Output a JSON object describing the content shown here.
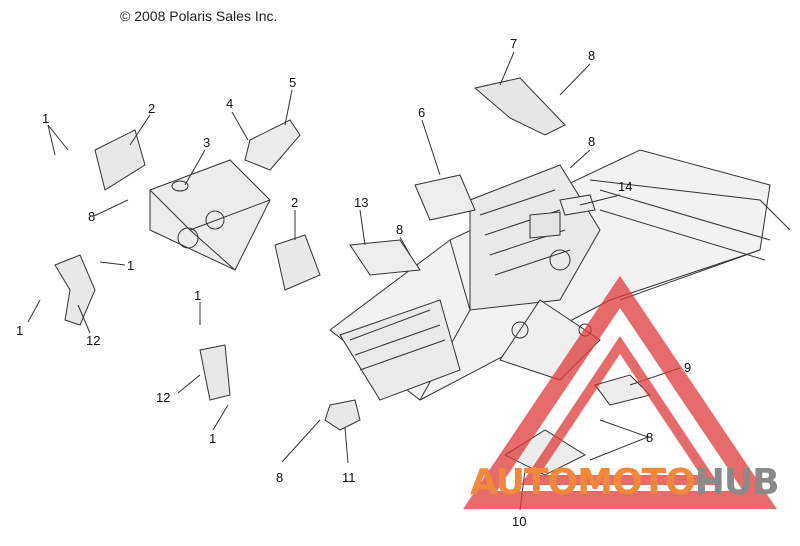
{
  "copyright": "© 2008 Polaris Sales Inc.",
  "callouts": [
    {
      "id": "c1a",
      "text": "1"
    },
    {
      "id": "c2a",
      "text": "2"
    },
    {
      "id": "c3",
      "text": "3"
    },
    {
      "id": "c4",
      "text": "4"
    },
    {
      "id": "c5",
      "text": "5"
    },
    {
      "id": "c6",
      "text": "6"
    },
    {
      "id": "c7",
      "text": "7"
    },
    {
      "id": "c8a",
      "text": "8"
    },
    {
      "id": "c8b",
      "text": "8"
    },
    {
      "id": "c8c",
      "text": "8"
    },
    {
      "id": "c8d",
      "text": "8"
    },
    {
      "id": "c8e",
      "text": "8"
    },
    {
      "id": "c8f",
      "text": "8"
    },
    {
      "id": "c9",
      "text": "9"
    },
    {
      "id": "c10",
      "text": "10"
    },
    {
      "id": "c11",
      "text": "11"
    },
    {
      "id": "c12a",
      "text": "12"
    },
    {
      "id": "c12b",
      "text": "12"
    },
    {
      "id": "c13",
      "text": "13"
    },
    {
      "id": "c14",
      "text": "14"
    },
    {
      "id": "c2b",
      "text": "2"
    },
    {
      "id": "c1b",
      "text": "1"
    },
    {
      "id": "c1c",
      "text": "1"
    },
    {
      "id": "c1d",
      "text": "1"
    },
    {
      "id": "c1e",
      "text": "1"
    }
  ],
  "watermark": {
    "part1": "AUTOMOTO",
    "part2": "HUB",
    "color1": "#f08a3a",
    "color2": "#8a8a8a",
    "triangle_color": "#e03a3a"
  }
}
